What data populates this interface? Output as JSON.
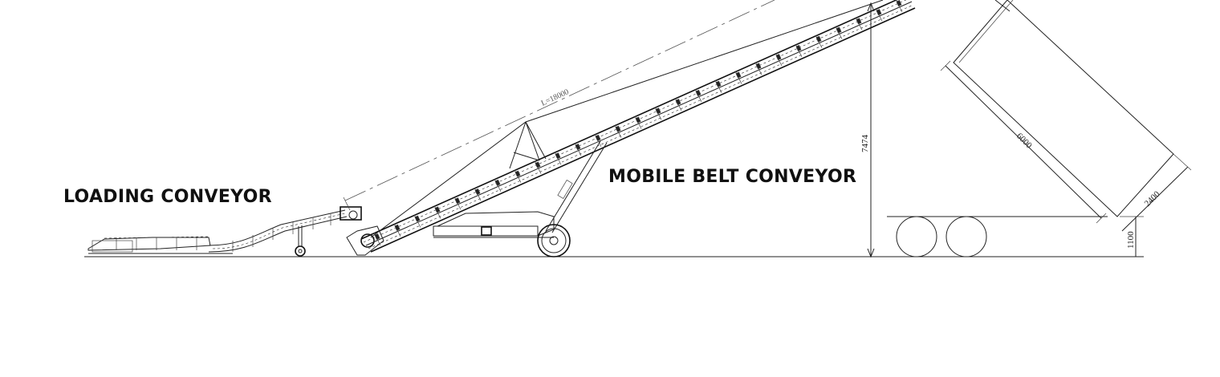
{
  "labels": {
    "loading_conveyor": "LOADING CONVEYOR",
    "mobile_belt_conveyor": "MOBILE BELT CONVEYOR"
  },
  "dimensions": {
    "length": "L=18000",
    "lift_height": "7474",
    "truck_body_length": "6000",
    "truck_body_depth": "2400",
    "truck_deck_height": "1100"
  }
}
